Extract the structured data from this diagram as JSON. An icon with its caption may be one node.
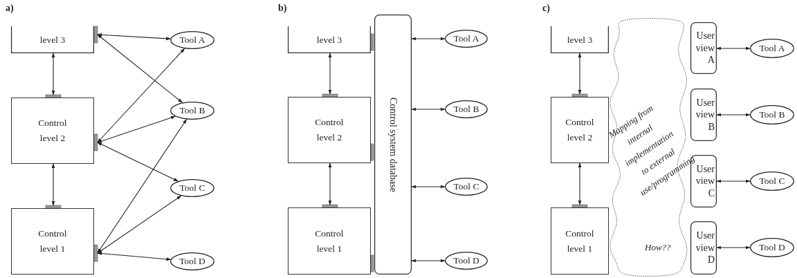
{
  "diagram": {
    "nodes": [
      {
        "text": [
          "level 3"
        ]
      },
      {
        "text": [
          "Control level 2"
        ]
      },
      {
        "text": [
          "Control level 1"
        ]
      },
      {
        "text": [
          "Tool A"
        ]
      },
      {
        "text": [
          "Tool B"
        ]
      },
      {
        "text": [
          "Tool C"
        ]
      },
      {
        "text": [
          "Tool D"
        ]
      },
      {
        "text": [
          "level 3"
        ]
      },
      {
        "text": [
          "Control level 2"
        ]
      },
      {
        "text": [
          "Control level 1"
        ]
      },
      {
        "text": [
          "Control system database"
        ]
      },
      {
        "text": [
          "Tool A"
        ]
      },
      {
        "text": [
          "Tool B"
        ]
      },
      {
        "text": [
          "Tool C"
        ]
      },
      {
        "text": [
          "Tool D"
        ]
      },
      {
        "text": [
          "level 3"
        ]
      },
      {
        "text": [
          "Control level 2"
        ]
      },
      {
        "text": [
          "Control level 1"
        ]
      },
      {
        "text": [
          "Mapping from internal implementation to external use/programming",
          "How??"
        ]
      },
      {
        "text": [
          "User view A"
        ]
      },
      {
        "text": [
          "User view B"
        ]
      },
      {
        "text": [
          "User view C"
        ]
      },
      {
        "text": [
          "User view D"
        ]
      },
      {
        "text": [
          "Tool A"
        ]
      },
      {
        "text": [
          "Tool B"
        ]
      },
      {
        "text": [
          "Tool C"
        ]
      },
      {
        "text": [
          "Tool D"
        ]
      }
    ],
    "edges": [
      {
        "from": 0,
        "to": 1,
        "arrow": "both"
      },
      {
        "from": 1,
        "to": 2,
        "arrow": "both"
      },
      {
        "from": 0,
        "to": 3,
        "arrow": "both"
      },
      {
        "from": 0,
        "to": 4,
        "arrow": "both"
      },
      {
        "from": 1,
        "to": 3,
        "arrow": "both"
      },
      {
        "from": 1,
        "to": 4,
        "arrow": "both"
      },
      {
        "from": 1,
        "to": 5,
        "arrow": "both"
      },
      {
        "from": 2,
        "to": 4,
        "arrow": "both"
      },
      {
        "from": 2,
        "to": 5,
        "arrow": "both"
      },
      {
        "from": 2,
        "to": 6,
        "arrow": "both"
      },
      {
        "from": 7,
        "to": 8,
        "arrow": "both"
      },
      {
        "from": 8,
        "to": 9,
        "arrow": "both"
      },
      {
        "from": 10,
        "to": 11,
        "arrow": "both"
      },
      {
        "from": 10,
        "to": 12,
        "arrow": "both"
      },
      {
        "from": 10,
        "to": 13,
        "arrow": "both"
      },
      {
        "from": 10,
        "to": 14,
        "arrow": "both"
      },
      {
        "from": 15,
        "to": 16,
        "arrow": "both"
      },
      {
        "from": 16,
        "to": 17,
        "arrow": "both"
      },
      {
        "from": 19,
        "to": 23,
        "arrow": "both"
      },
      {
        "from": 20,
        "to": 24,
        "arrow": "both"
      },
      {
        "from": 21,
        "to": 25,
        "arrow": "both"
      },
      {
        "from": 22,
        "to": 26,
        "arrow": "both"
      }
    ],
    "labels": [
      "a)",
      "b)",
      "c)"
    ]
  }
}
